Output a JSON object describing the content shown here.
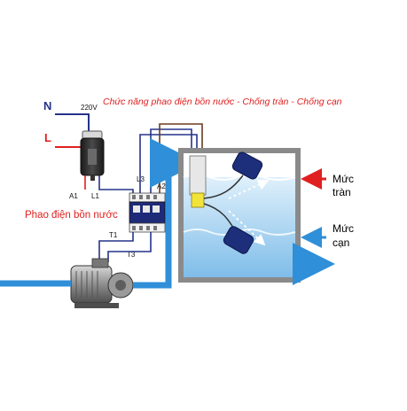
{
  "title": "Chức năng phao điện bồn nước - Chống tràn - Chống cạn",
  "device_label": "Phao điện bồn nước",
  "terminals": {
    "n": "N",
    "l": "L",
    "voltage": "220V",
    "a1": "A1",
    "l1": "L1",
    "l3": "L3",
    "a2": "A2",
    "t1": "T1",
    "t3": "T3"
  },
  "levels": {
    "overflow_line1": "Mức",
    "overflow_line2": "tràn",
    "low_line1": "Mức",
    "low_line2": "cạn"
  },
  "colors": {
    "red": "#e02020",
    "navy": "#25338a",
    "blue_pipe": "#2f8fd8",
    "tank_wall": "#8a8a8a",
    "water": "#b7dcf4",
    "float": "#1d2e7a",
    "sensor": "#f1e33a"
  }
}
